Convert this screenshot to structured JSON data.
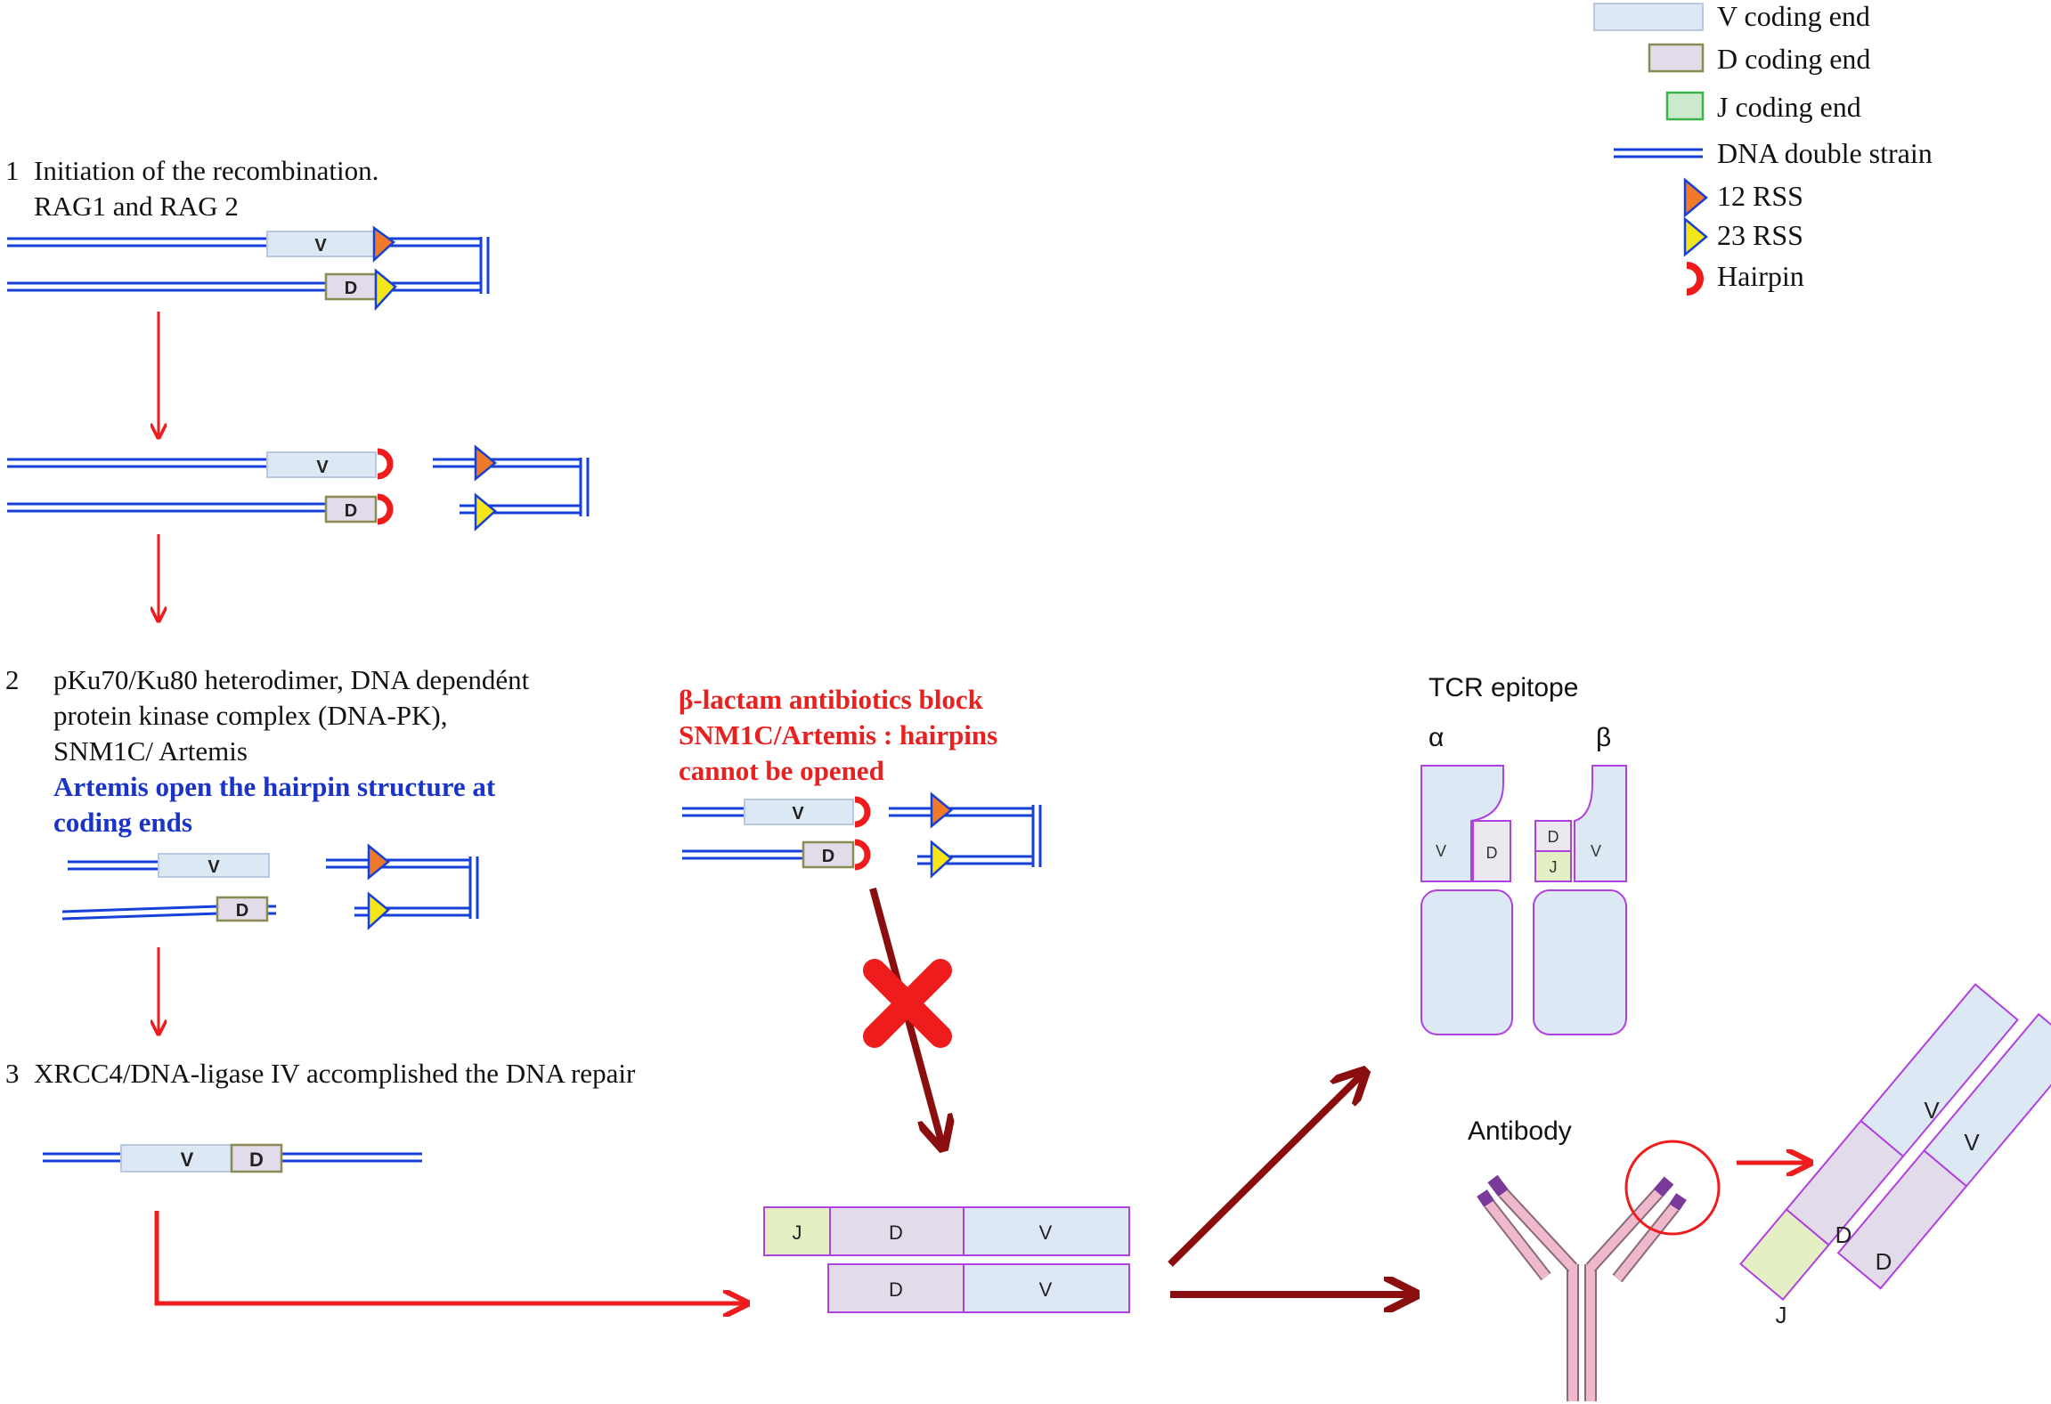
{
  "legend": {
    "v_coding_end": "V coding end",
    "d_coding_end": "D coding end",
    "j_coding_end": "J coding end",
    "dna_double_strain": "DNA double strain",
    "rss12": "12 RSS",
    "rss23": "23 RSS",
    "hairpin": "Hairpin"
  },
  "steps": {
    "s1_num": "1",
    "s1_line1": "Initiation of the recombination.",
    "s1_line2": "RAG1 and RAG 2",
    "s2_num": "2",
    "s2_line1": "pKu70/Ku80 heterodimer, DNA dependént",
    "s2_line2": "protein kinase complex (DNA-PK),",
    "s2_line3": "SNM1C/ Artemis",
    "s2_blue1": "Artemis open the hairpin structure at",
    "s2_blue2": "coding ends",
    "s3_num": "3",
    "s3_line1": "XRCC4/DNA-ligase IV accomplished the DNA repair"
  },
  "block": {
    "line1": "β-lactam antibiotics block",
    "line2": "SNM1C/Artemis : hairpins",
    "line3": "cannot be opened"
  },
  "segments": {
    "v": "V",
    "d": "D",
    "j": "J"
  },
  "tcr": {
    "title": "TCR epitope",
    "alpha": "α",
    "beta": "β"
  },
  "antibody": {
    "title": "Antibody"
  },
  "colors": {
    "dna": "#1740d8",
    "v_fill": "#dde8f5",
    "d_fill": "#e2dcea",
    "j_fill": "#e5efc4",
    "purple": "#b040e0",
    "rss12": "#f07a2a",
    "rss23": "#f5e61a",
    "hairpin": "#ee1c1c",
    "red_arrow": "#ee1c1c",
    "dark_arrow": "#8b0e0e"
  }
}
